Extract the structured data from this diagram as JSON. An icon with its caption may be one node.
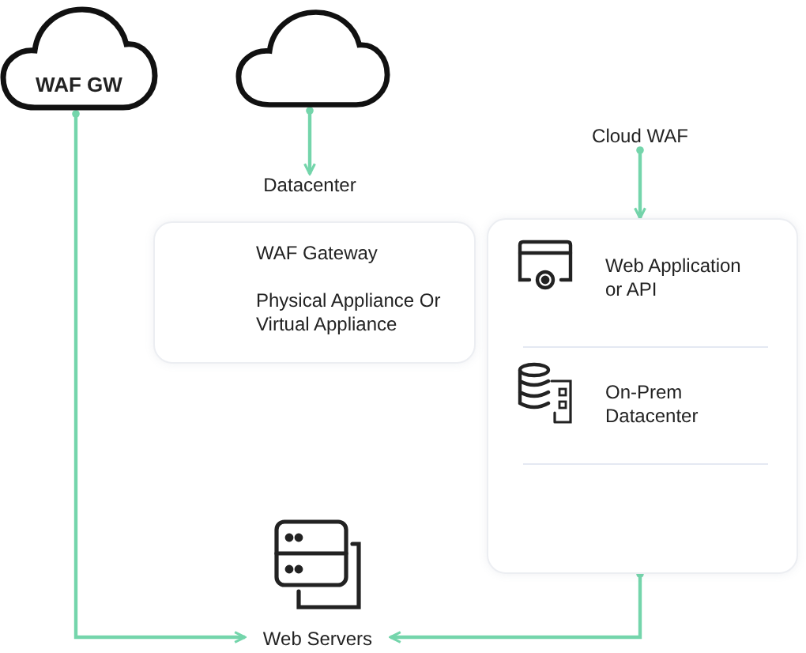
{
  "diagram": {
    "nodes": [
      {
        "text": [
          "WAF GW"
        ]
      },
      {
        "text": [],
        "shape": "cloud"
      },
      {
        "text": [
          "Datacenter"
        ]
      },
      {
        "text": [
          "WAF Gateway",
          "Physical Appliance Or Virtual Appliance"
        ]
      },
      {
        "text": [
          "Cloud WAF"
        ]
      },
      {
        "text": [],
        "shape": "box"
      },
      {
        "text": [
          "Web Application or API"
        ],
        "in": 5
      },
      {
        "text": [
          "On-Prem Datacenter"
        ],
        "in": 5
      },
      {
        "text": [
          "Web Servers"
        ]
      }
    ],
    "edges": [
      {
        "from": 1,
        "to": 2,
        "arrow": "to"
      },
      {
        "from": 4,
        "to": 5,
        "arrow": "to"
      },
      {
        "from": 0,
        "to": 8,
        "arrow": "to"
      },
      {
        "from": 5,
        "to": 8,
        "arrow": "to"
      }
    ]
  }
}
